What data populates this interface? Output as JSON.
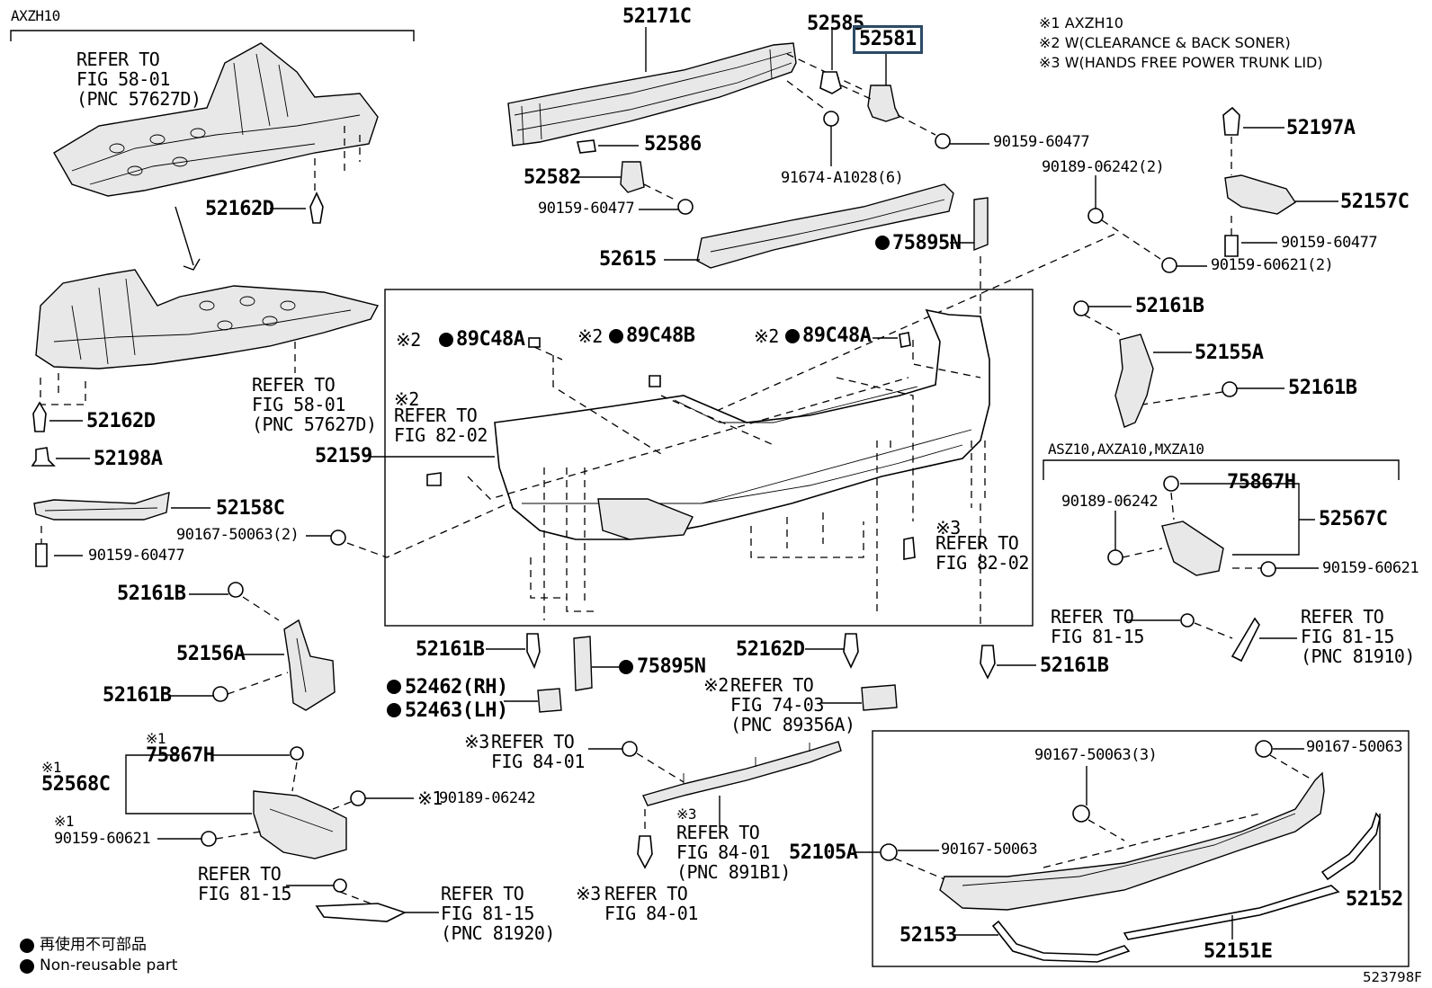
{
  "top_left_section": "AXZH10",
  "section_asz": "ASZ10,AXZA10,MXZA10",
  "notes": [
    {
      "mark": "※1",
      "text": "AXZH10"
    },
    {
      "mark": "※2",
      "text": "W(CLEARANCE & BACK SONER)"
    },
    {
      "mark": "※3",
      "text": "W(HANDS FREE POWER TRUNK LID)"
    }
  ],
  "legend": [
    {
      "text": "再使用不可部品"
    },
    {
      "text": "Non-reusable part"
    }
  ],
  "illustration_id": "523798F",
  "labels": {
    "refer_58_01_a": "REFER TO",
    "refer_58_01_a2": "FIG 58-01",
    "refer_58_01_a3": "(PNC 57627D)",
    "refer_58_01_b": "REFER TO",
    "refer_58_01_b2": "FIG 58-01",
    "refer_58_01_b3": "(PNC 57627D)",
    "p52162D_a": "52162D",
    "p52162D_b": "52162D",
    "p52198A": "52198A",
    "p52158C": "52158C",
    "p90167_50063_2": "90167-50063(2)",
    "p90159_60477_a": "90159-60477",
    "p52161B_left": "52161B",
    "p52156A": "52156A",
    "p52161B_left2": "52161B",
    "p52159": "52159",
    "p52171C": "52171C",
    "p52585": "52585",
    "p52581": "52581",
    "p52586": "52586",
    "p52582": "52582",
    "p90159_60477_b": "90159-60477",
    "p90159_60477_c": "90159-60477",
    "p91674": "91674-A1028(6)",
    "p52615": "52615",
    "p75895N_a": "75895N",
    "p89C48A_a": "89C48A",
    "p89C48B": "89C48B",
    "p89C48A_b": "89C48A",
    "mark2_a": "※2",
    "mark2_b": "※2",
    "mark2_c": "※2",
    "mark2_d": "※2",
    "refer_82_02_a": "REFER TO",
    "refer_82_02_a2": "FIG 82-02",
    "mark3_a": "※3",
    "refer_82_02_b": "REFER TO",
    "refer_82_02_b2": "FIG 82-02",
    "p52197A": "52197A",
    "p52157C": "52157C",
    "p90189_06242_2": "90189-06242(2)",
    "p90159_60477_d": "90159-60477",
    "p90159_60621_2": "90159-60621(2)",
    "p52161B_r1": "52161B",
    "p52155A": "52155A",
    "p52161B_r2": "52161B",
    "p75867H_r": "75867H",
    "p90189_06242_r": "90189-06242",
    "p52567C": "52567C",
    "p90159_60621_r": "90159-60621",
    "refer_81_15_r1": "REFER TO",
    "refer_81_15_r1b": "FIG 81-15",
    "refer_81_15_r2": "REFER TO",
    "refer_81_15_r2b": "FIG 81-15",
    "refer_81_15_r2c": "(PNC 81910)",
    "p52161B_bl": "52161B",
    "p75895N_b": "75895N",
    "p52462": "52462(RH)",
    "p52463": "52463(LH)",
    "p52162D_c": "52162D",
    "refer_74_03_mark": "※2",
    "refer_74_03": "REFER TO",
    "refer_74_03b": "FIG 74-03",
    "refer_74_03c": "(PNC 89356A)",
    "p52161B_br": "52161B",
    "mark1_a": "※1",
    "p75867H_l": "75867H",
    "mark1_b": "※1",
    "p52568C": "52568C",
    "mark1_c": "※1",
    "p90189_06242_l": "90189-06242",
    "mark1_d": "※1",
    "p90159_60621_l": "90159-60621",
    "refer_81_15_l1": "REFER TO",
    "refer_81_15_l1b": "FIG 81-15",
    "refer_81_15_l2": "REFER TO",
    "refer_81_15_l2b": "FIG 81-15",
    "refer_81_15_l2c": "(PNC 81920)",
    "mark3_b": "※3",
    "refer_84_01_a": "REFER TO",
    "refer_84_01_a2": "FIG 84-01",
    "mark3_c": "※3",
    "refer_84_01_b": "REFER TO",
    "refer_84_01_b2": "FIG 84-01",
    "refer_84_01_b3": "(PNC 891B1)",
    "mark3_d": "※3",
    "refer_84_01_c": "REFER TO",
    "refer_84_01_c2": "FIG 84-01",
    "p90167_50063_3": "90167-50063(3)",
    "p90167_50063_r": "90167-50063",
    "p90167_50063_m": "90167-50063",
    "p52105A": "52105A",
    "p52152": "52152",
    "p52153": "52153",
    "p52151E": "52151E"
  }
}
